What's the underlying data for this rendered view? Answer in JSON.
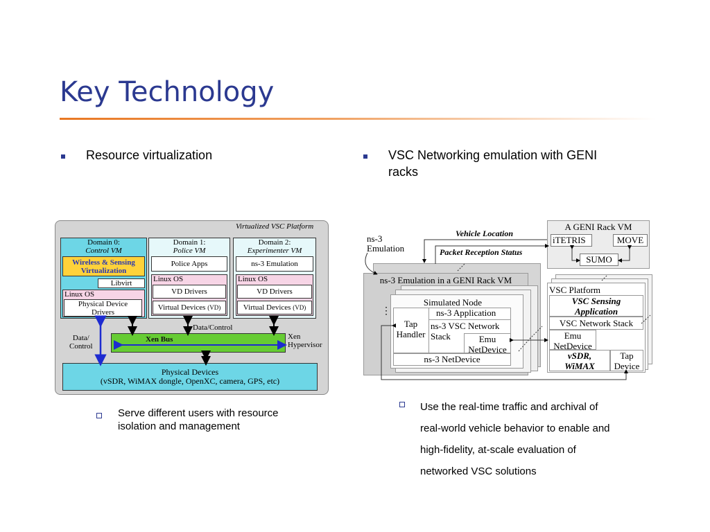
{
  "slide": {
    "title": "Key Technology",
    "left_bullet": "Resource virtualization",
    "right_bullet_line1": "VSC Networking emulation with GENI",
    "right_bullet_line2": "racks",
    "left_sub_line1": "Serve different users with resource",
    "left_sub_line2": "isolation and management",
    "right_sub_line1": "Use the real-time traffic and archival of",
    "right_sub_line2": "real-world vehicle behavior to enable and",
    "right_sub_line3": "high-fidelity, at-scale evaluation of",
    "right_sub_line4": "networked VSC solutions"
  },
  "colors": {
    "title": "#2b3990",
    "rule": "#e87722",
    "cyan": "#6dd6e6",
    "green": "#66cc33",
    "yellow": "#ffd23a",
    "pink": "#f7d5e6"
  },
  "left_diagram": {
    "platform_label": "Virtualized VSC Platform",
    "domain0_title": "Domain 0:",
    "domain0_sub": "Control VM",
    "wireless_line1": "Wireless & Sensing",
    "wireless_line2": "Virtualization",
    "libvirt": "Libvirt",
    "linux_os": "Linux OS",
    "phys_drivers_line1": "Physical Device",
    "phys_drivers_line2": "Drivers",
    "domain1_title": "Domain 1:",
    "domain1_sub": "Police VM",
    "police_apps": "Police Apps",
    "vd_drivers": "VD Drivers",
    "virtual_devices": "Virtual Devices",
    "vd_tag": "(VD)",
    "domain2_title": "Domain 2:",
    "domain2_sub": "Experimenter  VM",
    "ns3_emulation": "ns-3 Emulation",
    "data_control_top": "Data/Control",
    "data_control_left_1": "Data/",
    "data_control_left_2": "Control",
    "xen_bus": "Xen Bus",
    "xen_hyp_1": "Xen",
    "xen_hyp_2": "Hypervisor",
    "phys_devices_1": "Physical Devices",
    "phys_devices_2": "(vSDR, WiMAX dongle, OpenXC, camera, GPS, etc)"
  },
  "right_diagram": {
    "ns3_emul_1": "ns-3",
    "ns3_emul_2": "Emulation",
    "vehicle_location": "Vehicle Location",
    "packet_status": "Packet Reception Status",
    "geni_rack": "A GENI Rack  VM",
    "itetris": "iTETRIS",
    "move": "MOVE",
    "sumo": "SUMO",
    "ns3_geni": "ns-3 Emulation in a GENI Rack VM",
    "simulated_node": "Simulated Node",
    "ns3_app": "ns-3 Application",
    "tap_handler_1": "Tap",
    "tap_handler_2": "Handler",
    "ns3_vsc_1": "ns-3 VSC Network",
    "ns3_vsc_2": "Stack",
    "emu_1": "Emu",
    "emu_2": "NetDevice",
    "ns3_netdevice": "ns-3 NetDevice",
    "vsc_platform": "VSC Platform",
    "vsc_sensing_1": "VSC Sensing",
    "vsc_sensing_2": "Application",
    "vsc_net_stack": "VSC Network Stack",
    "emu_nd_1": "Emu",
    "emu_nd_2": "NetDevice",
    "vsdr_1": "vSDR,",
    "vsdr_2": "WiMAX",
    "tap_dev_1": "Tap",
    "tap_dev_2": "Device",
    "dots": "⋮"
  }
}
